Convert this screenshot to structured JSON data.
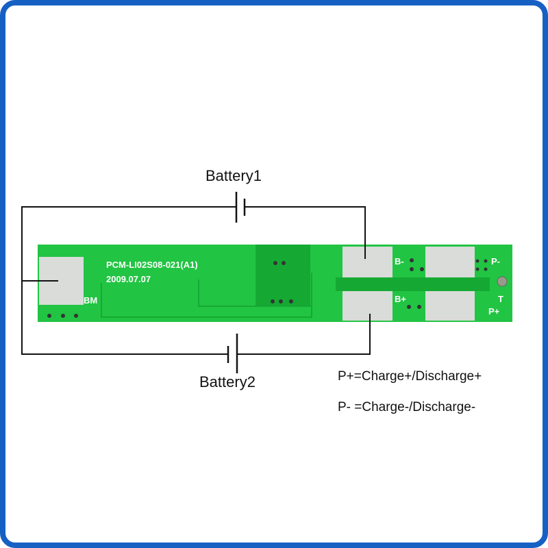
{
  "labels": {
    "battery1": "Battery1",
    "battery2": "Battery2"
  },
  "board": {
    "model": "PCM-LI02S08-021(A1)",
    "date": "2009.07.07",
    "bm": "BM",
    "b_minus": "B-",
    "b_plus": "B+",
    "p_minus": "P-",
    "p_plus": "P+",
    "t": "T"
  },
  "notes": [
    "P+=Charge+/Discharge+",
    "P- =Charge-/Discharge-"
  ],
  "colors": {
    "frame": "#1660c4",
    "board": "#22c443",
    "pad": "#d9dcd9"
  }
}
